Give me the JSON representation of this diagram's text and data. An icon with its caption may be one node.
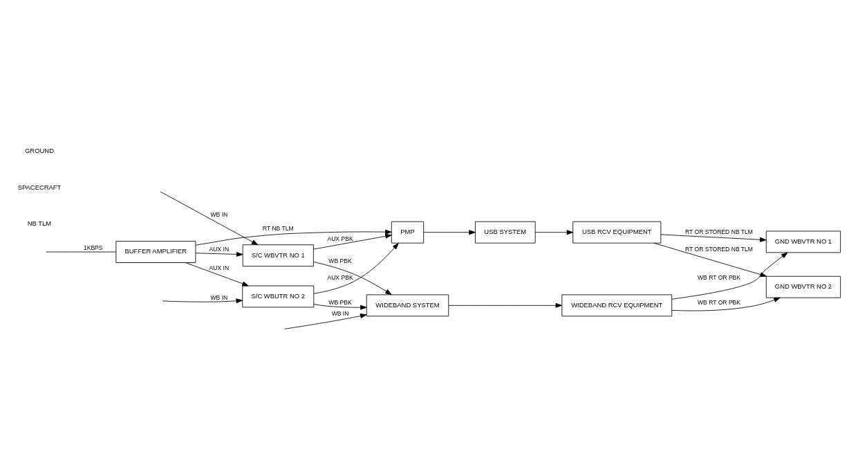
{
  "diagram": {
    "nodes": [
      {
        "text": [
          "BUFFER AMPLIFIER"
        ]
      },
      {
        "text": [
          "S/C WBVTR NO 1"
        ]
      },
      {
        "text": [
          "S/C WBUTR NO 2"
        ]
      },
      {
        "text": [
          "PMP"
        ]
      },
      {
        "text": [
          "WIDEBAND SYSTEM"
        ]
      },
      {
        "text": [
          "USB SYSTEM"
        ]
      },
      {
        "text": [
          "WIDEBAND RCV EQUIPMENT"
        ]
      },
      {
        "text": [
          "USB RCV EQUIPMENT"
        ]
      },
      {
        "text": [
          "GND WBVTR NO 1"
        ]
      },
      {
        "text": [
          "GND WBVTR NO 2"
        ]
      }
    ],
    "edges": [
      {
        "from": null,
        "to": 0,
        "arrow": "none",
        "label": "1KBPS"
      },
      {
        "from": 0,
        "to": 1,
        "arrow": "to",
        "label": "AUX IN"
      },
      {
        "from": null,
        "to": 1,
        "arrow": "to",
        "label": "WB IN"
      },
      {
        "from": 0,
        "to": 3,
        "arrow": "to",
        "label": "RT NB TLM"
      },
      {
        "from": 0,
        "to": 2,
        "arrow": "to",
        "label": "AUX IN"
      },
      {
        "from": null,
        "to": 2,
        "arrow": "to",
        "label": "WB IN"
      },
      {
        "from": 1,
        "to": 3,
        "arrow": "to",
        "label": "AUX PBK"
      },
      {
        "from": 1,
        "to": 4,
        "arrow": "to",
        "label": "WB PBK"
      },
      {
        "from": 2,
        "to": 3,
        "arrow": "to",
        "label": "AUX PBK"
      },
      {
        "from": 2,
        "to": 4,
        "arrow": "to",
        "label": "WB PBK"
      },
      {
        "from": null,
        "to": 4,
        "arrow": "to",
        "label": "WB IN"
      },
      {
        "from": 3,
        "to": 5,
        "arrow": "to"
      },
      {
        "from": 4,
        "to": 6,
        "arrow": "to"
      },
      {
        "from": 5,
        "to": 7,
        "arrow": "to"
      },
      {
        "from": 6,
        "to": 8,
        "arrow": "to",
        "label": "WB RT OR PBK"
      },
      {
        "from": 7,
        "to": 8,
        "arrow": "to",
        "label": "RT OR STORED NB TLM"
      },
      {
        "from": 6,
        "to": 9,
        "arrow": "to",
        "label": "WB RT OR PBK"
      },
      {
        "from": 7,
        "to": 9,
        "arrow": "to",
        "label": "RT OR STORED NB TLM"
      }
    ],
    "labels": [
      "NB TLM",
      "SPACECRAFT",
      "GROUND"
    ]
  }
}
